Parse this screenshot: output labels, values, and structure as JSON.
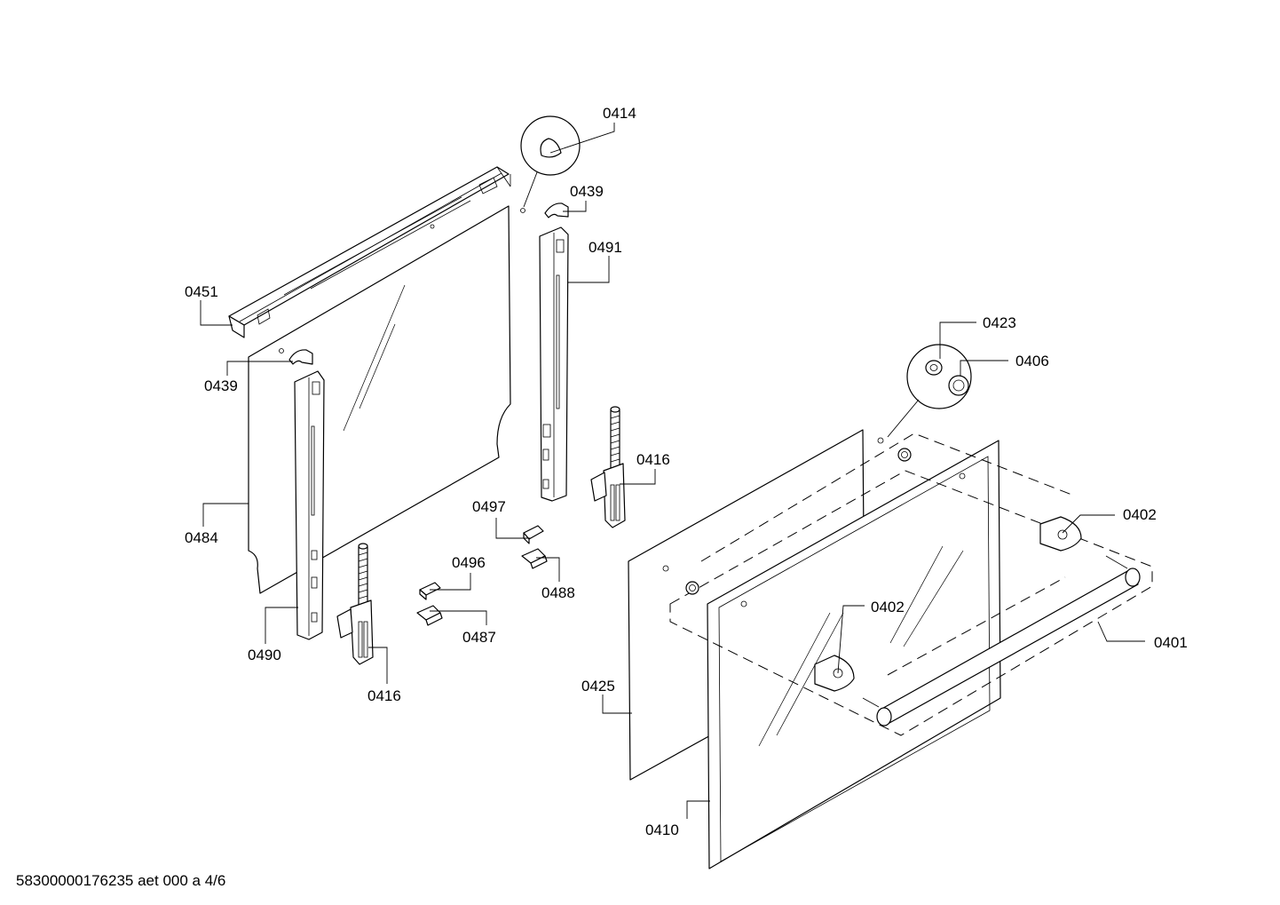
{
  "labels": {
    "p0414": "0414",
    "p0439_top": "0439",
    "p0491": "0491",
    "p0451": "0451",
    "p0439_left": "0439",
    "p0484": "0484",
    "p0490": "0490",
    "p0416_left": "0416",
    "p0416_right": "0416",
    "p0497": "0497",
    "p0496": "0496",
    "p0488": "0488",
    "p0487": "0487",
    "p0423": "0423",
    "p0406": "0406",
    "p0402_right": "0402",
    "p0402_mid": "0402",
    "p0401": "0401",
    "p0425": "0425",
    "p0410": "0410"
  },
  "footer": "58300000176235 aet 000 a 4/6"
}
